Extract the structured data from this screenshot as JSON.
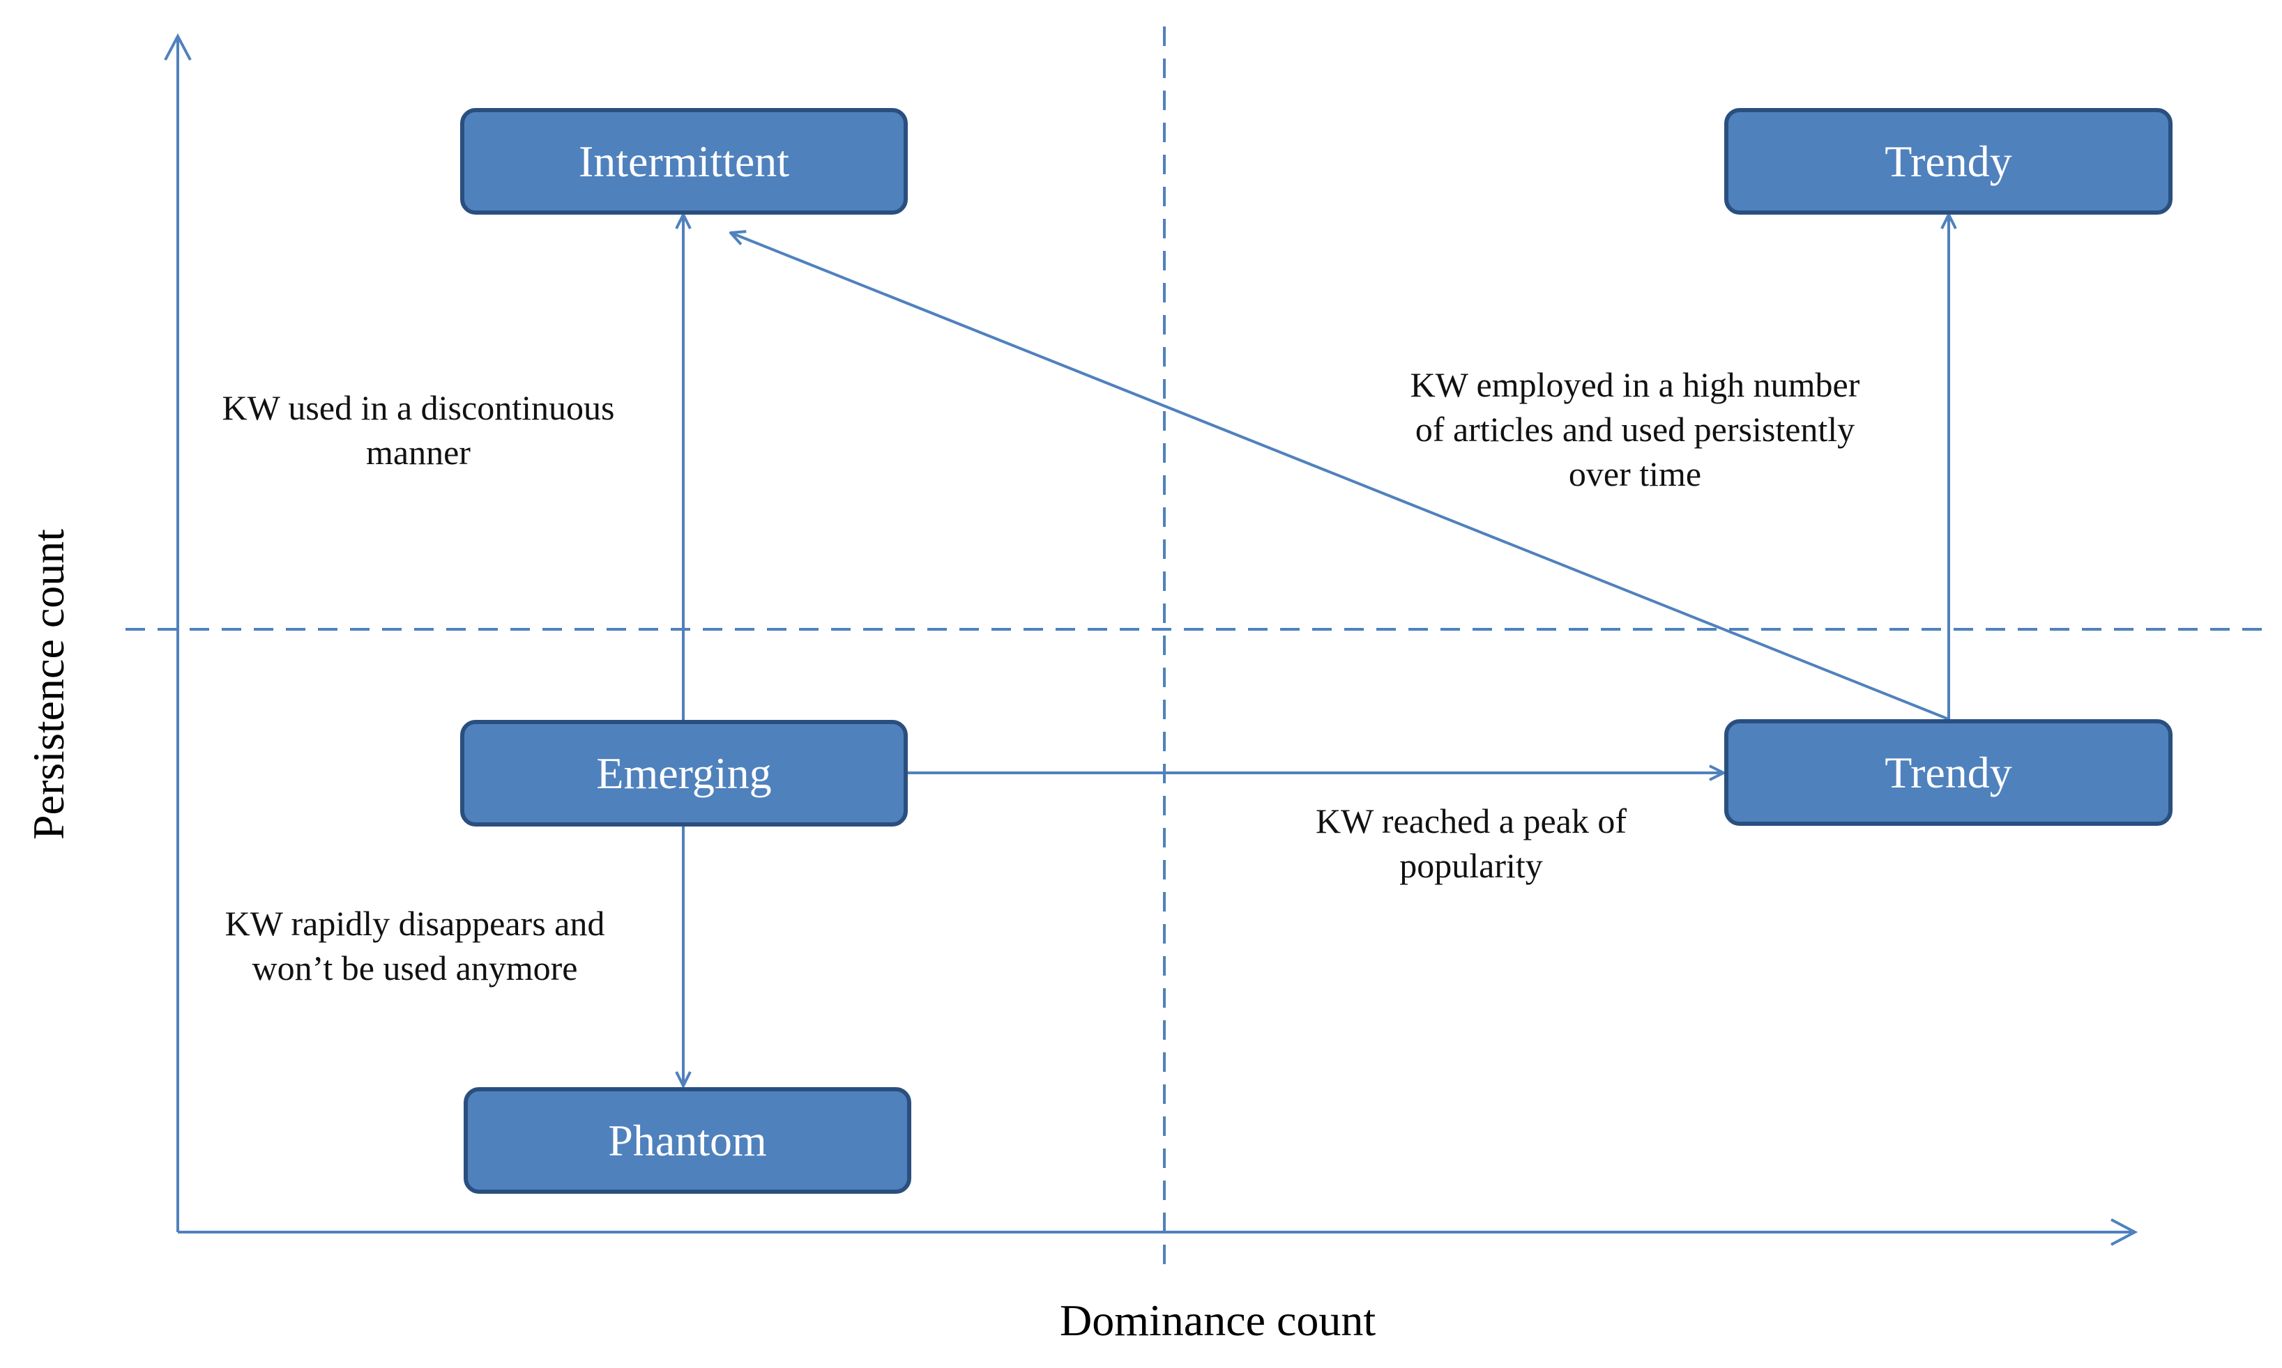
{
  "colors": {
    "node_fill": "#4f81bd",
    "node_border": "#2a4f7f",
    "line": "#4f81bd",
    "node_text": "#ffffff"
  },
  "axes": {
    "x_label": "Dominance count",
    "y_label": "Persistence count"
  },
  "nodes": {
    "intermittent": "Intermittent",
    "trendy_top": "Trendy",
    "emerging": "Emerging",
    "trendy_mid": "Trendy",
    "phantom": "Phantom"
  },
  "notes": {
    "discontinuous": "KW used in a discontinuous\nmanner",
    "high_number": "KW employed in a high number\nof articles and used persistently\nover time",
    "peak": "KW reached a peak of\npopularity",
    "disappears": "KW rapidly disappears and\nwon’t be used anymore"
  }
}
